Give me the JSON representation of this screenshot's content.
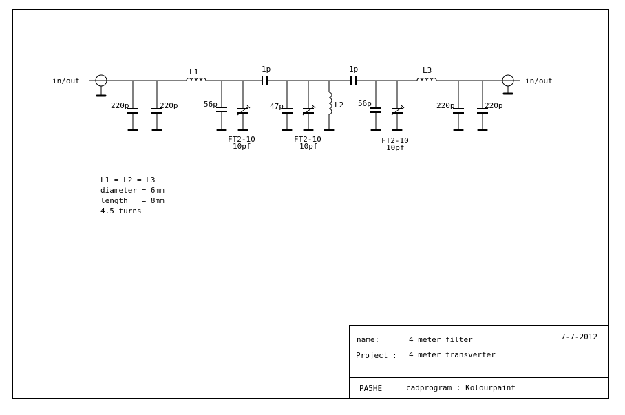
{
  "schematic": {
    "port_left_label": "in/out",
    "port_right_label": "in/out",
    "L1": "L1",
    "L2": "L2",
    "L3": "L3",
    "c_series_1": "1p",
    "c_series_2": "1p",
    "c_shunt_1": "220p",
    "c_shunt_2": "220p",
    "c_56p_left": "56p",
    "c_47p": "47p",
    "c_56p_right": "56p",
    "c_shunt_3": "220p",
    "c_shunt_4": "220p",
    "trimmer_1_type": "FT2-10",
    "trimmer_1_value": "10pf",
    "trimmer_2_type": "FT2-10",
    "trimmer_2_value": "10pf",
    "trimmer_3_type": "FT2-10",
    "trimmer_3_value": "10pf"
  },
  "notes": {
    "line1": "L1 = L2 = L3",
    "line2": "diameter = 6mm",
    "line3": "length   = 8mm",
    "line4": "4.5 turns"
  },
  "title_block": {
    "name_label": "name:",
    "name_value": "4 meter filter",
    "project_label": "Project :",
    "project_value": "4 meter transverter",
    "date": "7-7-2012",
    "author": "PA5HE",
    "cadprogram": "cadprogram : Kolourpaint"
  }
}
